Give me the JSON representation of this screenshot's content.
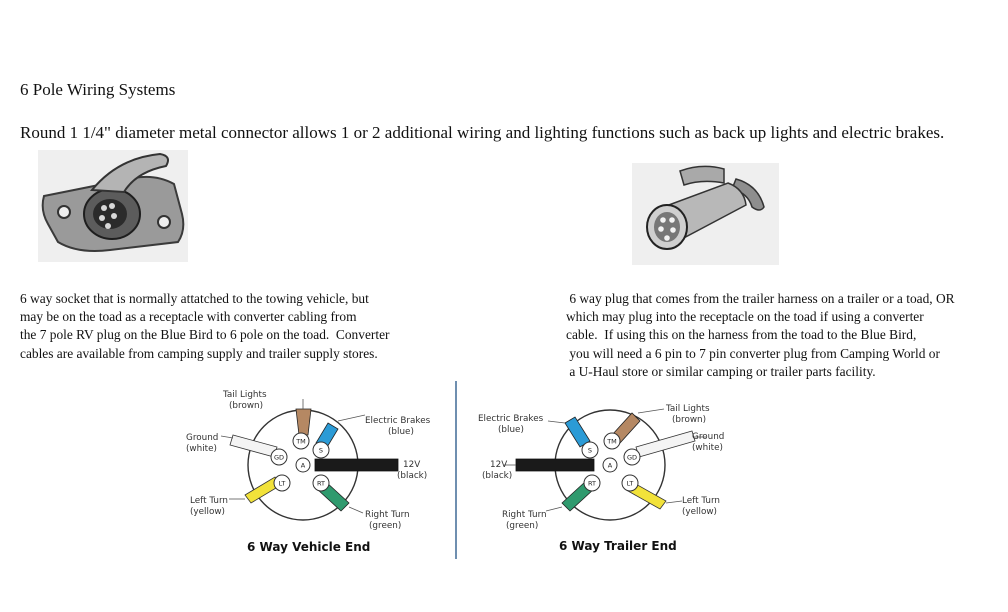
{
  "page": {
    "title": "6 Pole Wiring Systems",
    "intro": "Round 1 1/4\" diameter metal connector allows 1 or 2 additional wiring and lighting functions such as back up lights and electric brakes."
  },
  "socket": {
    "description": "6 way socket that is normally attatched to the towing vehicle, but\nmay be on the toad as a receptacle with converter cabling from\nthe 7 pole RV plug on the Blue Bird to 6 pole on the toad.  Converter\ncables are available from camping supply and trailer supply stores."
  },
  "plug": {
    "description": " 6 way plug that comes from the trailer harness on a trailer or a toad, OR\nwhich may plug into the receptacle on the toad if using a converter\ncable.  If using this on the harness from the toad to the Blue Bird,\n you will need a 6 pin to 7 pin converter plug from Camping World or\n a U-Haul store or similar camping or trailer parts facility."
  },
  "vehicle_diagram": {
    "caption": "6 Way Vehicle End",
    "labels": {
      "tail": [
        "Tail Lights",
        "(brown)"
      ],
      "brake": [
        "Electric Brakes",
        "(blue)"
      ],
      "ground": [
        "Ground",
        "(white)"
      ],
      "power": [
        "12V",
        "(black)"
      ],
      "left": [
        "Left Turn",
        "(yellow)"
      ],
      "right": [
        "Right Turn",
        "(green)"
      ]
    },
    "pins": {
      "tm": "TM",
      "s": "S",
      "gd": "GD",
      "a": "A",
      "lt": "LT",
      "rt": "RT"
    }
  },
  "trailer_diagram": {
    "caption": "6 Way Trailer End",
    "labels": {
      "brake": [
        "Electric Brakes",
        "(blue)"
      ],
      "tail": [
        "Tail Lights",
        "(brown)"
      ],
      "ground": [
        "Ground",
        "(white)"
      ],
      "power": [
        "12V",
        "(black)"
      ],
      "right": [
        "Right Turn",
        "(green)"
      ],
      "left": [
        "Left Turn",
        "(yellow)"
      ]
    },
    "pins": {
      "tm": "TM",
      "s": "S",
      "gd": "GD",
      "a": "A",
      "rt": "RT",
      "lt": "LT"
    }
  },
  "colors": {
    "brown": "#b58863",
    "blue": "#2b9bd6",
    "white": "#f4f4f4",
    "black": "#1a1a1a",
    "yellow": "#f2e23a",
    "green": "#2f9a6e",
    "divider": "#6f8fb0"
  }
}
